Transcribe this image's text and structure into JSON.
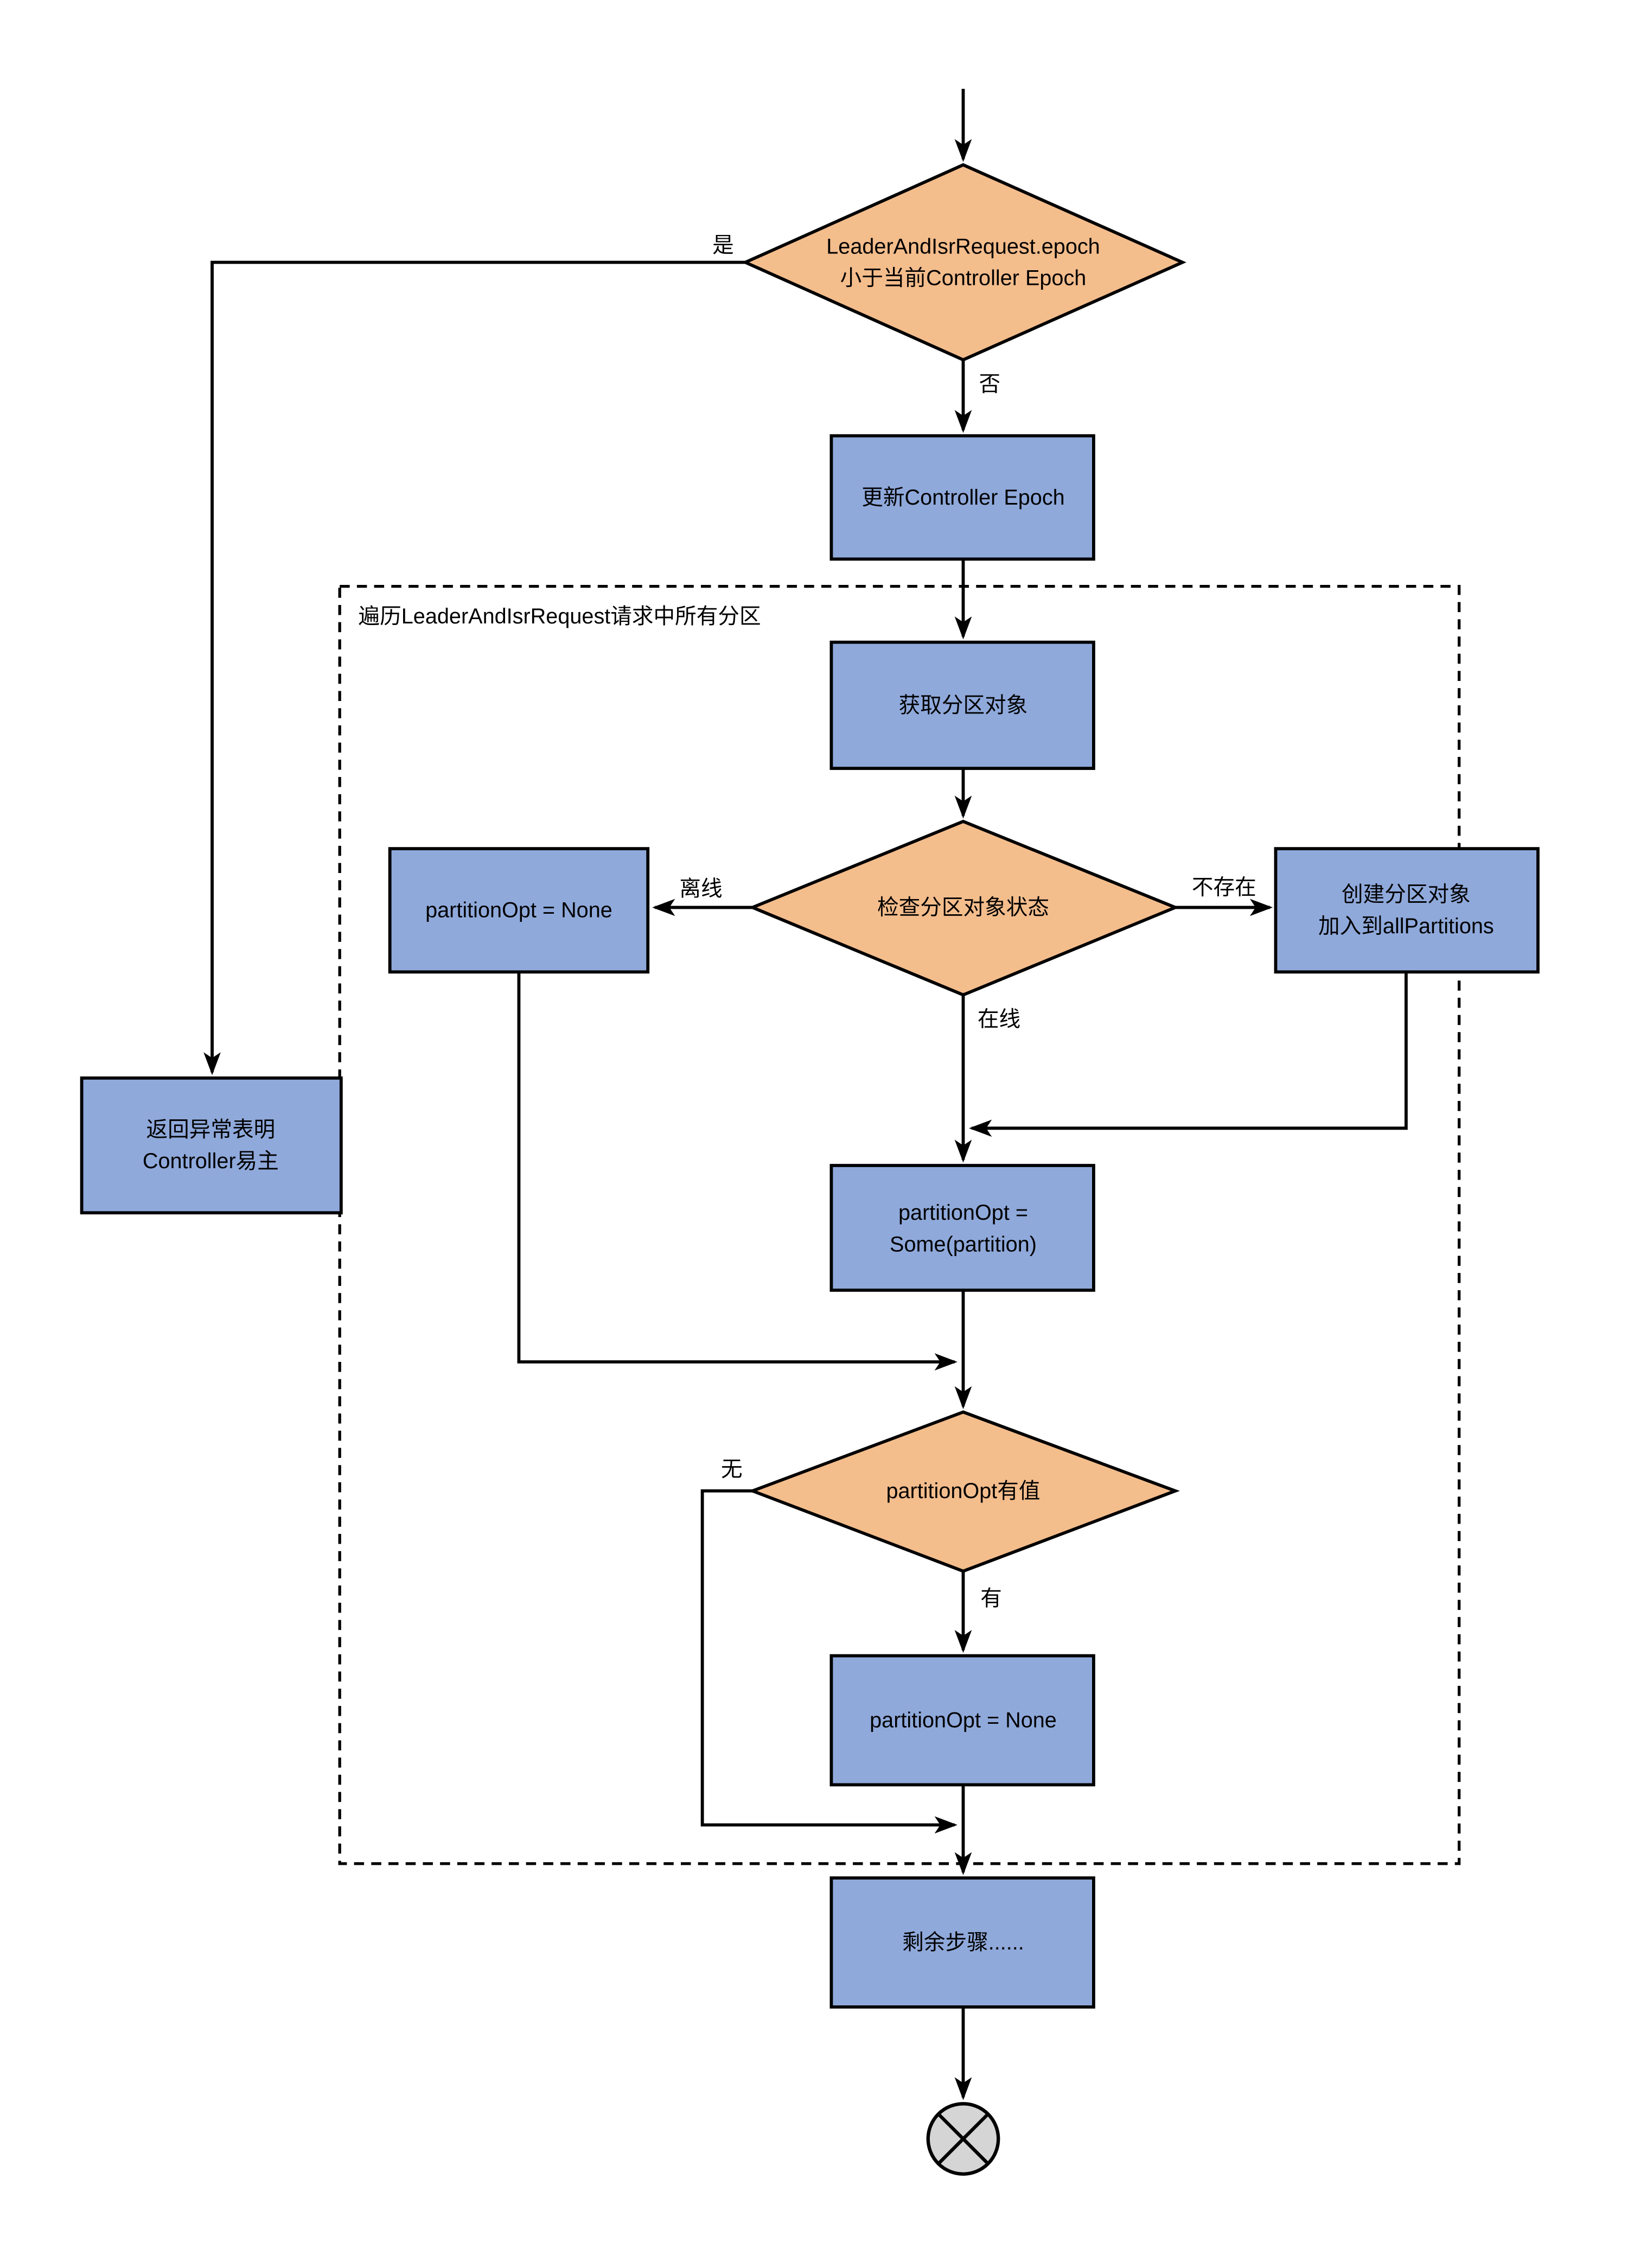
{
  "colors": {
    "decision_fill": "#F4BD8C",
    "process_fill": "#8FA9DB",
    "terminator_fill": "#D5D5D5",
    "stroke": "#000000"
  },
  "nodes": {
    "decision_epoch": {
      "line1": "LeaderAndIsrRequest.epoch",
      "line2": "小于当前Controller Epoch"
    },
    "update_epoch": {
      "label": "更新Controller Epoch"
    },
    "loop_container": {
      "label": "遍历LeaderAndIsrRequest请求中所有分区"
    },
    "get_partition": {
      "label": "获取分区对象"
    },
    "decision_state": {
      "label": "检查分区对象状态"
    },
    "partition_none_left": {
      "label": "partitionOpt = None"
    },
    "create_partition": {
      "line1": "创建分区对象",
      "line2": "加入到allPartitions"
    },
    "return_exception": {
      "line1": "返回异常表明",
      "line2": "Controller易主"
    },
    "partition_some": {
      "line1": "partitionOpt =",
      "line2": "Some(partition)"
    },
    "decision_has_value": {
      "label": "partitionOpt有值"
    },
    "partition_none_bottom": {
      "label": "partitionOpt = None"
    },
    "remaining_steps": {
      "label": "剩余步骤......"
    }
  },
  "edge_labels": {
    "yes": "是",
    "no": "否",
    "offline": "离线",
    "not_exist": "不存在",
    "online": "在线",
    "none": "无",
    "has": "有"
  }
}
